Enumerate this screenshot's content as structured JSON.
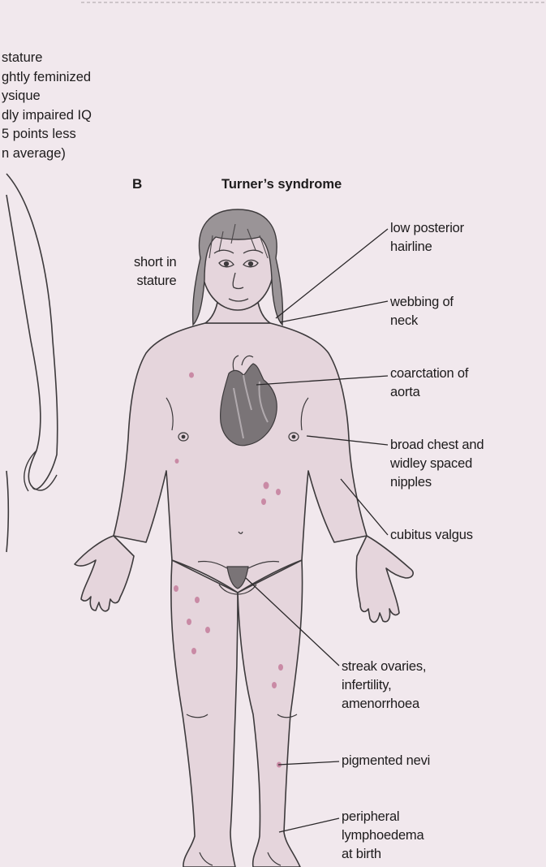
{
  "panel_letter": "B",
  "title": "Turner’s syndrome",
  "left_notes": [
    "stature",
    "ghtly feminized",
    "ysique",
    "dly impaired IQ",
    "5 points less",
    "n average)"
  ],
  "labels": {
    "short_stature": [
      "short in",
      "stature"
    ],
    "low_hairline": [
      "low posterior",
      "hairline"
    ],
    "webbing_neck": [
      "webbing of",
      "neck"
    ],
    "coarctation": [
      "coarctation of",
      "aorta"
    ],
    "broad_chest": [
      "broad chest and",
      "widley spaced",
      "nipples"
    ],
    "cubitus": [
      "cubitus valgus"
    ],
    "streak_ovaries": [
      "streak ovaries,",
      "infertility,",
      "amenorrhoea"
    ],
    "nevi": [
      "pigmented nevi"
    ],
    "lymphoedema": [
      "peripheral",
      "lymphoedema",
      "at birth"
    ]
  },
  "colors": {
    "background": "#f1e8ed",
    "skin": "#e5d5dc",
    "outline": "#3d3a3c",
    "heart": "#7a7477",
    "nevi": "#c98aa5"
  }
}
